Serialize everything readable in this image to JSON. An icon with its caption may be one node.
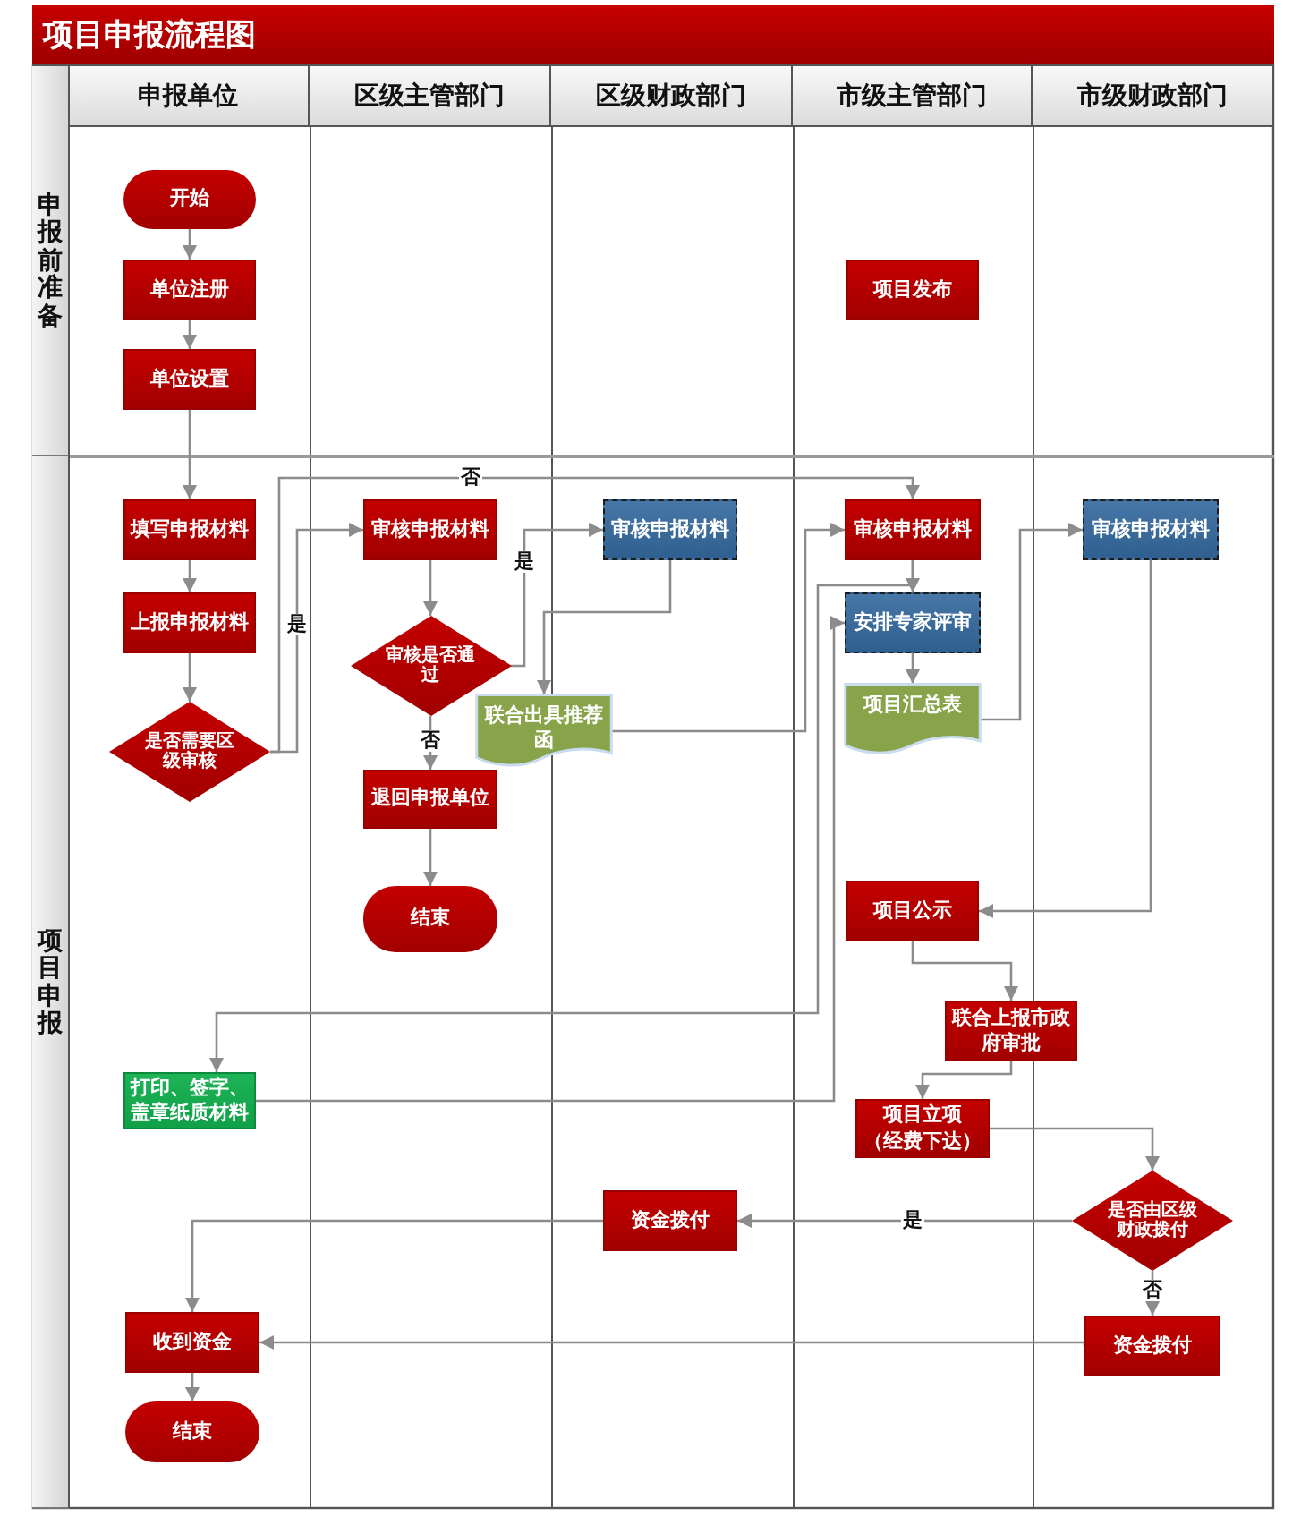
{
  "diagram": {
    "title": "项目申报流程图",
    "nodes": [
      {
        "text": [
          "申报单位"
        ]
      },
      {
        "text": [
          "区级主管部门"
        ]
      },
      {
        "text": [
          "区级财政部门"
        ]
      },
      {
        "text": [
          "市级主管部门"
        ]
      },
      {
        "text": [
          "市级财政部门"
        ]
      },
      {
        "text": [
          "申报前准备"
        ]
      },
      {
        "text": [
          "开始"
        ]
      },
      {
        "text": [
          "单位注册"
        ]
      },
      {
        "text": [
          "项目发布"
        ]
      },
      {
        "text": [
          "单位设置"
        ]
      },
      {
        "text": [
          "项目申报"
        ]
      },
      {
        "text": [
          "填写申报材料"
        ]
      },
      {
        "text": [
          "审核申报材料"
        ]
      },
      {
        "text": [
          "审核申报材料"
        ]
      },
      {
        "text": [
          "审核申报材料"
        ]
      },
      {
        "text": [
          "审核申报材料"
        ]
      },
      {
        "text": [
          "上报申报材料"
        ]
      },
      {
        "text": [
          "审核是否通过"
        ]
      },
      {
        "text": [
          "安排专家评审"
        ]
      },
      {
        "text": [
          "联合出具推荐函"
        ]
      },
      {
        "text": [
          "项目汇总表"
        ]
      },
      {
        "text": [
          "是否需要区级审核"
        ]
      },
      {
        "text": [
          "退回申报单位"
        ]
      },
      {
        "text": [
          "项目公示"
        ]
      },
      {
        "text": [
          "结束"
        ]
      },
      {
        "text": [
          "联合上报市政府审批"
        ]
      },
      {
        "text": [
          "打印、签字、盖章纸质材料"
        ]
      },
      {
        "text": [
          "项目立项（经费下达）"
        ]
      },
      {
        "text": [
          "资金拨付"
        ]
      },
      {
        "text": [
          "是否由区级财政拨付"
        ]
      },
      {
        "text": [
          "收到资金"
        ]
      },
      {
        "text": [
          "资金拨付"
        ]
      },
      {
        "text": [
          "结束"
        ]
      }
    ],
    "edges": [
      {
        "from": 6,
        "to": 7,
        "arrow": "to"
      },
      {
        "from": 7,
        "to": 9,
        "arrow": "to"
      },
      {
        "from": 9,
        "to": 11,
        "arrow": "to"
      },
      {
        "from": 11,
        "to": 16,
        "arrow": "to"
      },
      {
        "from": 16,
        "to": 21,
        "arrow": "to"
      },
      {
        "from": 21,
        "to": 12,
        "label": "是",
        "arrow": "to"
      },
      {
        "from": 21,
        "to": 14,
        "label": "否",
        "arrow": "to"
      },
      {
        "from": 12,
        "to": 17,
        "arrow": "to"
      },
      {
        "from": 17,
        "to": 13,
        "label": "是",
        "arrow": "to"
      },
      {
        "from": 17,
        "to": 22,
        "label": "否",
        "arrow": "to"
      },
      {
        "from": 22,
        "to": 24,
        "arrow": "to"
      },
      {
        "from": 13,
        "to": 19,
        "arrow": "to"
      },
      {
        "from": 19,
        "to": 14,
        "arrow": "to"
      },
      {
        "from": 14,
        "to": 18,
        "arrow": "to"
      },
      {
        "from": 14,
        "to": 26,
        "arrow": "to"
      },
      {
        "from": 26,
        "to": 18,
        "arrow": "to"
      },
      {
        "from": 18,
        "to": 20,
        "arrow": "to"
      },
      {
        "from": 20,
        "to": 15,
        "arrow": "to"
      },
      {
        "from": 15,
        "to": 23,
        "arrow": "to"
      },
      {
        "from": 23,
        "to": 25,
        "arrow": "to"
      },
      {
        "from": 25,
        "to": 27,
        "arrow": "to"
      },
      {
        "from": 27,
        "to": 29,
        "arrow": "to"
      },
      {
        "from": 29,
        "to": 28,
        "label": "是",
        "arrow": "to"
      },
      {
        "from": 29,
        "to": 31,
        "label": "否",
        "arrow": "to"
      },
      {
        "from": 28,
        "to": 30,
        "arrow": "to"
      },
      {
        "from": 31,
        "to": 30,
        "arrow": "to"
      },
      {
        "from": 30,
        "to": 32,
        "arrow": "to"
      }
    ]
  }
}
